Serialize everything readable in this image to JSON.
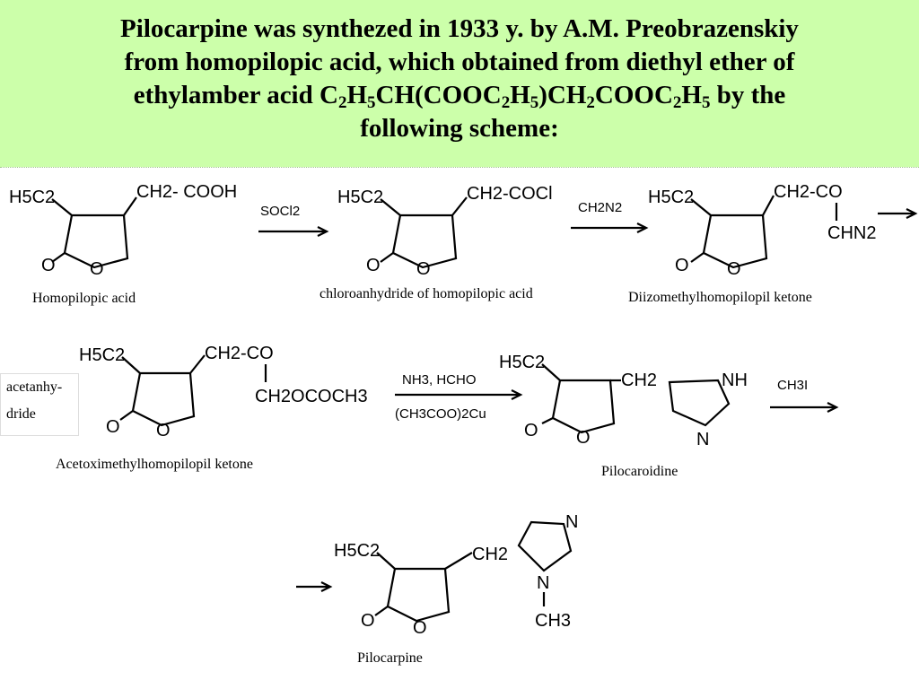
{
  "header": {
    "line1": "Pilocarpine was synthezed in 1933 y. by A.M. Preobrazenskiy",
    "line2": "from homopilopic acid, which obtained from diethyl ether of",
    "line3": {
      "prefix": "ethylamber acid C",
      "s1": "2",
      "t1": "H",
      "s2": "5",
      "t2": "CH(COOC",
      "s3": "2",
      "t3": "H",
      "s4": "5",
      "t4": ")CH",
      "s5": "2",
      "t5": "COOC",
      "s6": "2",
      "t6": "H",
      "s7": "5",
      "suffix": " by the"
    },
    "line4": "following scheme:"
  },
  "compounds": [
    {
      "label": "Homopilopic acid",
      "ethyl": "H5C2",
      "substituent": "CH2- COOH"
    },
    {
      "label": "chloroanhydride of homopilopic acid",
      "ethyl": "H5C2",
      "substituent": "CH2-COCl"
    },
    {
      "label": "Diizomethylhomopilopil ketone",
      "ethyl": "H5C2",
      "substituent_top": "CH2-CO",
      "substituent_bottom": "CHN2"
    },
    {
      "label": "Acetoximethylhomopilopil ketone",
      "ethyl": "H5C2",
      "substituent_top": "CH2-CO",
      "substituent_bottom": "CH2OCOCH3"
    },
    {
      "label": "Pilocaroidine",
      "ethyl": "H5C2",
      "substituent": "CH2",
      "nh": "NH",
      "n": "N"
    },
    {
      "label": "Pilocarpine",
      "ethyl": "H5C2",
      "substituent": "CH2",
      "n": "N",
      "n_methyl": "N",
      "methyl": "CH3"
    }
  ],
  "ring_atoms": {
    "carbonyl_o": "O",
    "ring_o": "O"
  },
  "reagents": {
    "r1": "SOCl2",
    "r2": "CH2N2",
    "r3a": "acetanhy-",
    "r3b": "dride",
    "r4a": "NH3, HCHO",
    "r4b": "(CH3COO)2Cu",
    "r5": "CH3I"
  }
}
